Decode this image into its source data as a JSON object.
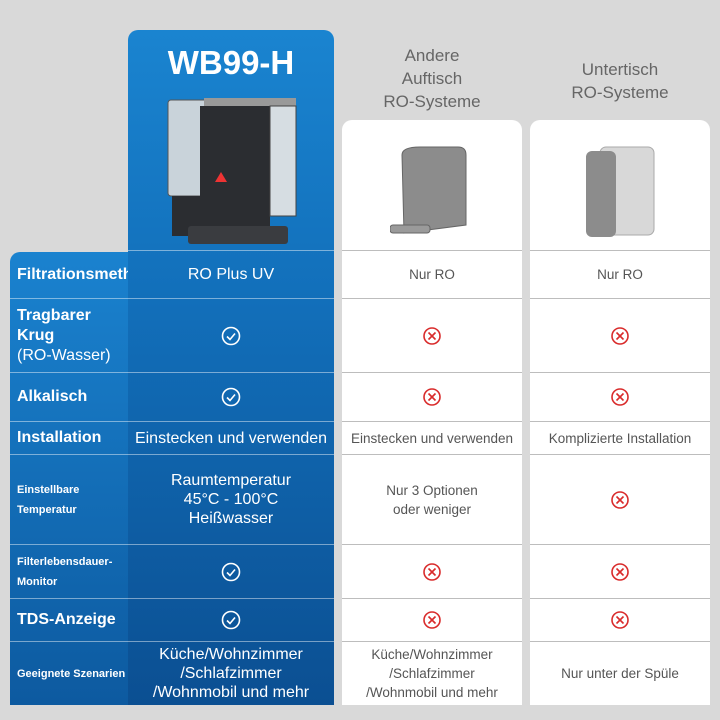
{
  "product": {
    "title": "WB99-H"
  },
  "competitors": [
    {
      "title": "Andere Auftisch RO-Systeme",
      "lines": [
        "Andere",
        "Auftisch",
        "RO-Systeme"
      ]
    },
    {
      "title": "Untertisch RO-Systeme",
      "lines": [
        "Untertisch",
        "RO-Systeme"
      ]
    }
  ],
  "rows": [
    {
      "label": "Filtrationsmethode",
      "wb99": "RO Plus UV",
      "other": "Nur RO",
      "under": "Nur RO"
    },
    {
      "label": "Tragbarer Krug",
      "label_sub": "(RO-Wasser)",
      "wb99": "check",
      "other": "cross",
      "under": "cross"
    },
    {
      "label": "Alkalisch",
      "wb99": "check",
      "other": "cross",
      "under": "cross"
    },
    {
      "label": "Installation",
      "wb99": "Einstecken und verwenden",
      "other": "Einstecken und verwenden",
      "under": "Komplizierte Installation"
    },
    {
      "label": "Einstellbare Temperatur",
      "wb99_lines": [
        "Raumtemperatur",
        "45°C - 100°C",
        "Heißwasser"
      ],
      "other_lines": [
        "Nur 3 Optionen",
        "oder weniger"
      ],
      "under": "cross"
    },
    {
      "label": "Filterlebensdauer-Monitor",
      "wb99": "check",
      "other": "cross",
      "under": "cross"
    },
    {
      "label": "TDS-Anzeige",
      "wb99": "check",
      "other": "cross",
      "under": "cross"
    },
    {
      "label": "Geeignete Szenarien",
      "wb99_lines": [
        "Küche/Wohnzimmer",
        "/Schlafzimmer",
        "/Wohnmobil und mehr"
      ],
      "other_lines": [
        "Küche/Wohnzimmer",
        "/Schlafzimmer",
        "/Wohnmobil und mehr"
      ],
      "under": "Nur unter der Spüle"
    }
  ],
  "colors": {
    "background": "#d9d9d9",
    "primary": "#1a84d0",
    "check": "#ffffff",
    "cross": "#d92b2b"
  },
  "icons": {
    "check": "check-circle-icon",
    "cross": "cross-circle-icon"
  }
}
